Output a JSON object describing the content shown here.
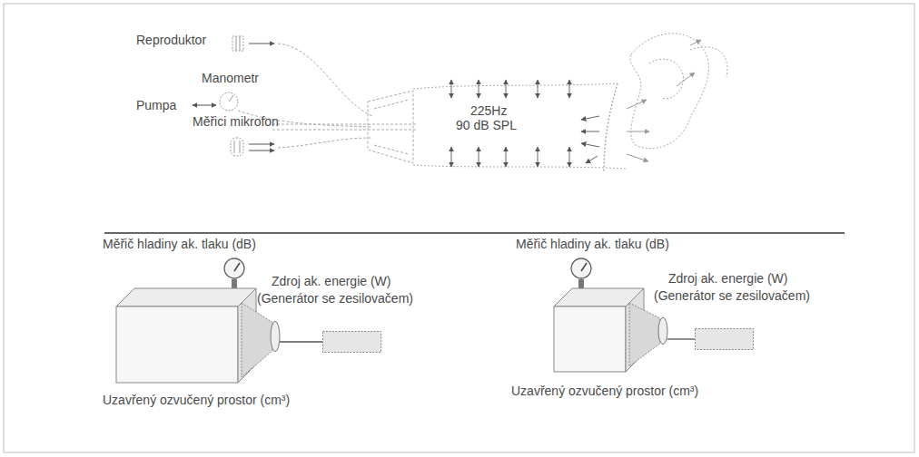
{
  "diagram": {
    "nodes": [
      {
        "text": [
          "Měřič hladiny ak. tlaku (dB)"
        ]
      },
      {
        "text": [
          "Uzavřený ozvučený prostor (cm³)"
        ]
      },
      {
        "text": [
          "Zdroj ak. energie (W)",
          "(Generátor se zesilovačem)"
        ]
      },
      {
        "text": [
          "Měřič hladiny ak. tlaku (dB)"
        ]
      },
      {
        "text": [
          "Uzavřený ozvučený prostor (cm³)"
        ]
      },
      {
        "text": [
          "Zdroj ak. energie (W)",
          "(Generátor se zesilovačem)"
        ]
      }
    ],
    "edges": [
      {
        "from": 0,
        "to": 1,
        "arrow": "none"
      },
      {
        "from": 2,
        "to": 1,
        "arrow": "none"
      },
      {
        "from": 3,
        "to": 4,
        "arrow": "none"
      },
      {
        "from": 5,
        "to": 4,
        "arrow": "none"
      }
    ],
    "labels": [
      "Reproduktor",
      "Manometr",
      "Pumpa",
      "Měřici mikrofon",
      "225Hz",
      "90 dB SPL"
    ]
  }
}
